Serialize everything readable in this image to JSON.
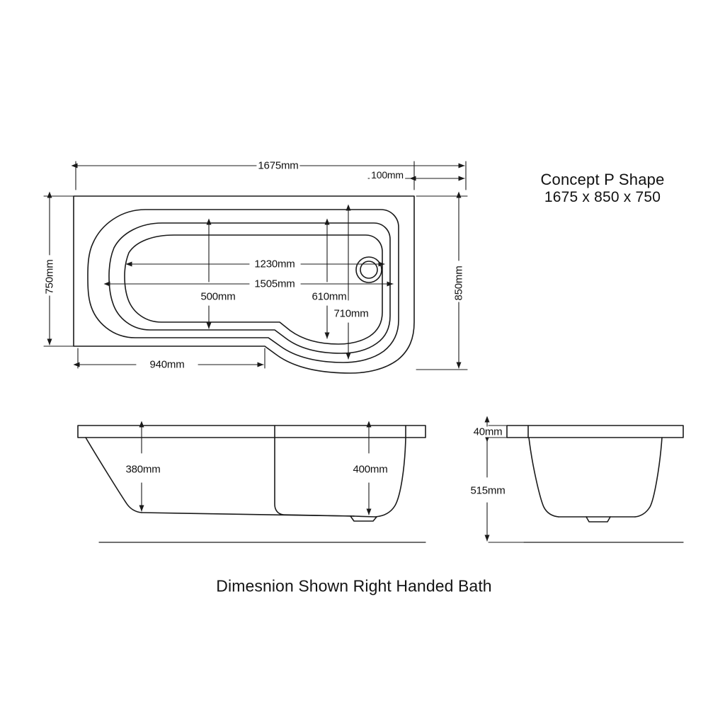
{
  "document": {
    "kind": "technical-drawing",
    "subject": "Bath dimension drawing",
    "background_color": "#ffffff",
    "line_color": "#1a1a1a"
  },
  "title_block": {
    "line1": "Concept P Shape",
    "line2": "1675 x 850 x 750"
  },
  "caption": {
    "text": "Dimesnion Shown Right Handed Bath"
  },
  "plan_view": {
    "name": "plan-view",
    "dimensions": {
      "overall_length": "1675mm",
      "offset_right": "100mm",
      "overall_width_left": "750mm",
      "overall_width_right": "850mm",
      "inner_length_upper": "1230mm",
      "inner_length_lower": "1505mm",
      "inner_width_left": "500mm",
      "inner_width_right_upper": "610mm",
      "inner_width_right_lower": "710mm",
      "straight_side_length": "940mm"
    }
  },
  "side_view": {
    "name": "side-elevation",
    "dimensions": {
      "depth_left": "380mm",
      "depth_right": "400mm"
    }
  },
  "end_view": {
    "name": "end-elevation",
    "dimensions": {
      "rim_thickness": "40mm",
      "total_height": "515mm"
    }
  },
  "chart_data": {
    "type": "table",
    "title": "Concept P Shape 1675 x 850 x 750",
    "categories": [
      "overall length",
      "offset right",
      "width left end",
      "width right end",
      "inner length upper",
      "inner length lower",
      "inner width left",
      "inner width right upper",
      "inner width right lower",
      "straight side length",
      "depth left",
      "depth right",
      "rim thickness",
      "total height"
    ],
    "values": [
      1675,
      100,
      750,
      850,
      1230,
      1505,
      500,
      610,
      710,
      940,
      380,
      400,
      40,
      515
    ],
    "units": "mm",
    "xlabel": "",
    "ylabel": ""
  }
}
